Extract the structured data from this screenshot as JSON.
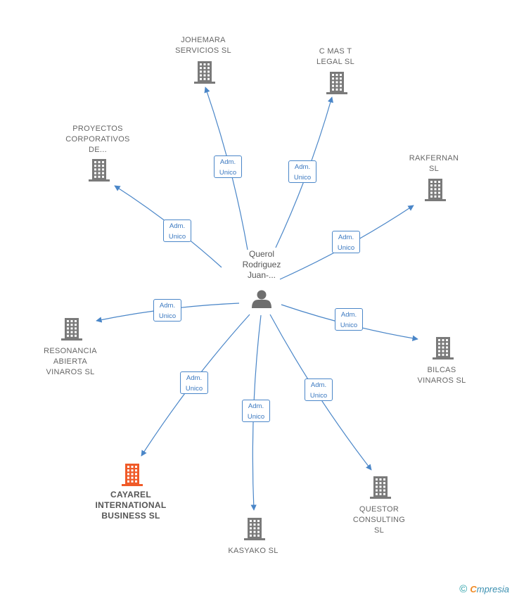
{
  "center": {
    "name": "Querol\nRodriguez\nJuan-...",
    "icon": "person-icon"
  },
  "relation_label": "Adm.\nUnico",
  "colors": {
    "edge": "#4a86c8",
    "building": "#7a7a7a",
    "building_focus": "#f05a28",
    "person": "#6e6e6e"
  },
  "companies": [
    {
      "id": "johemara",
      "name": "JOHEMARA\nSERVICIOS SL",
      "icon": "building-icon",
      "focus": false
    },
    {
      "id": "cmast",
      "name": "C MAS T\nLEGAL SL",
      "icon": "building-icon",
      "focus": false
    },
    {
      "id": "proyectos",
      "name": "PROYECTOS\nCORPORATIVOS\nDE...",
      "icon": "building-icon",
      "focus": false
    },
    {
      "id": "rakfernan",
      "name": "RAKFERNAN\nSL",
      "icon": "building-icon",
      "focus": false
    },
    {
      "id": "resonancia",
      "name": "RESONANCIA\nABIERTA\nVINAROS SL",
      "icon": "building-icon",
      "focus": false
    },
    {
      "id": "bilcas",
      "name": "BILCAS\nVINAROS SL",
      "icon": "building-icon",
      "focus": false
    },
    {
      "id": "cayarel",
      "name": "CAYAREL\nINTERNATIONAL\nBUSINESS  SL",
      "icon": "building-icon",
      "focus": true
    },
    {
      "id": "kasyako",
      "name": "KASYAKO  SL",
      "icon": "building-icon",
      "focus": false
    },
    {
      "id": "questor",
      "name": "QUESTOR\nCONSULTING\nSL",
      "icon": "building-icon",
      "focus": false
    }
  ],
  "footer": {
    "copyright": "©",
    "brand_first": "C",
    "brand_rest": "mpresia"
  }
}
